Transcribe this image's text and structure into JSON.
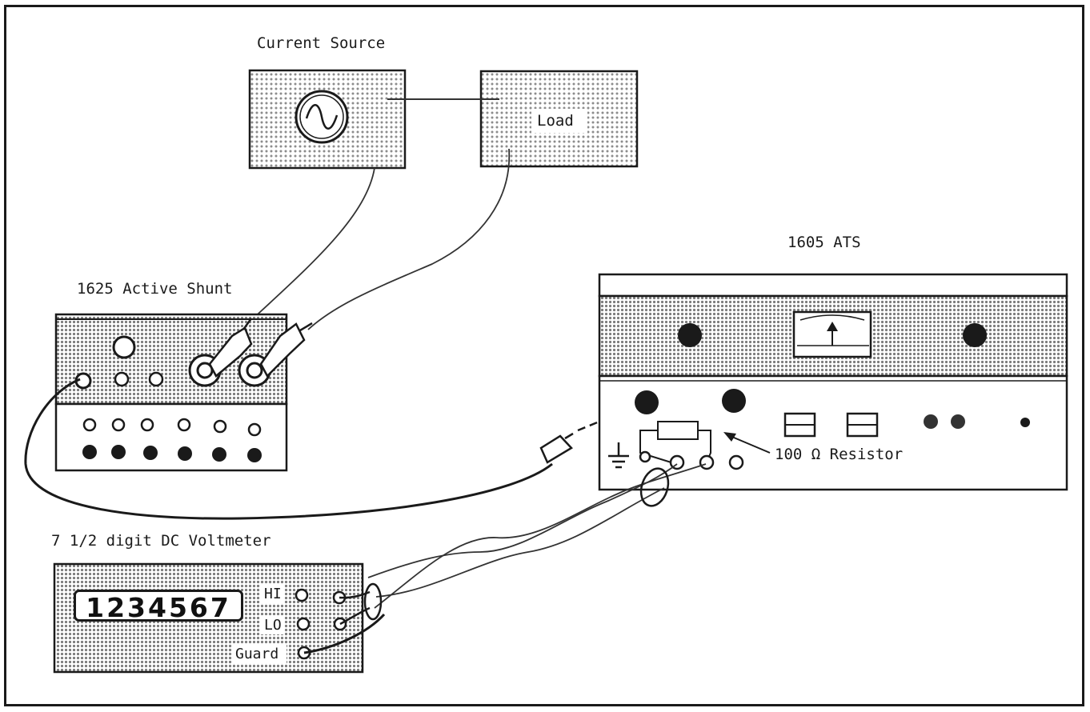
{
  "labels": {
    "current_source": "Current Source",
    "load": "Load",
    "ats": "1605 ATS",
    "active_shunt": "1625 Active Shunt",
    "voltmeter": "7 1/2 digit DC Voltmeter",
    "resistor": "100 Ω Resistor",
    "display_reading": "1234567",
    "hi": "HI",
    "lo": "LO",
    "guard": "Guard"
  },
  "colors": {
    "ink": "#1a1a1a",
    "paper": "#ffffff",
    "stipple": "#9a9a9a"
  },
  "icons": {
    "source": "ac-sine-icon",
    "meter": "analog-meter-icon",
    "ground": "ground-icon",
    "resistor": "resistor-icon"
  }
}
